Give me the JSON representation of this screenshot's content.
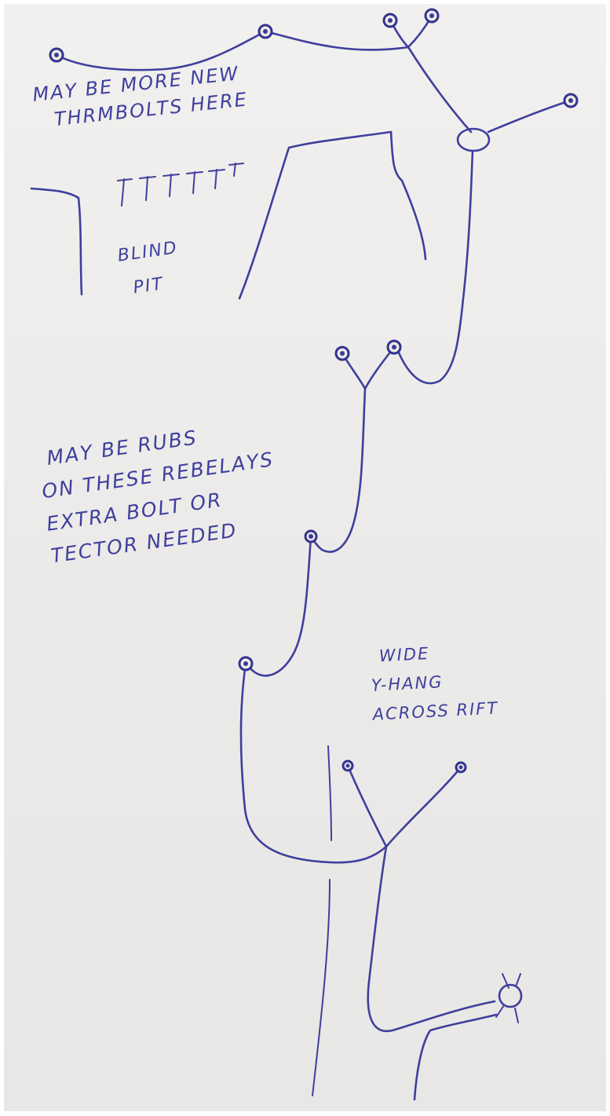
{
  "notes": {
    "thermobolts": {
      "line1": "MAY BE MORE NEW",
      "line2": "THRMBOLTS HERE"
    },
    "blind_pit": {
      "line1": "BLIND",
      "line2": "PIT"
    },
    "rubs": {
      "line1": "MAY BE RUBS",
      "line2": "ON THESE REBELAYS",
      "line3": "EXTRA BOLT OR",
      "line4": "TECTOR NEEDED"
    },
    "y_hang": {
      "line1": "WIDE",
      "line2": "Y-HANG",
      "line3": "ACROSS RIFT"
    }
  },
  "colors": {
    "ink": "#3f3f9e",
    "paper": "#ebeae8"
  }
}
